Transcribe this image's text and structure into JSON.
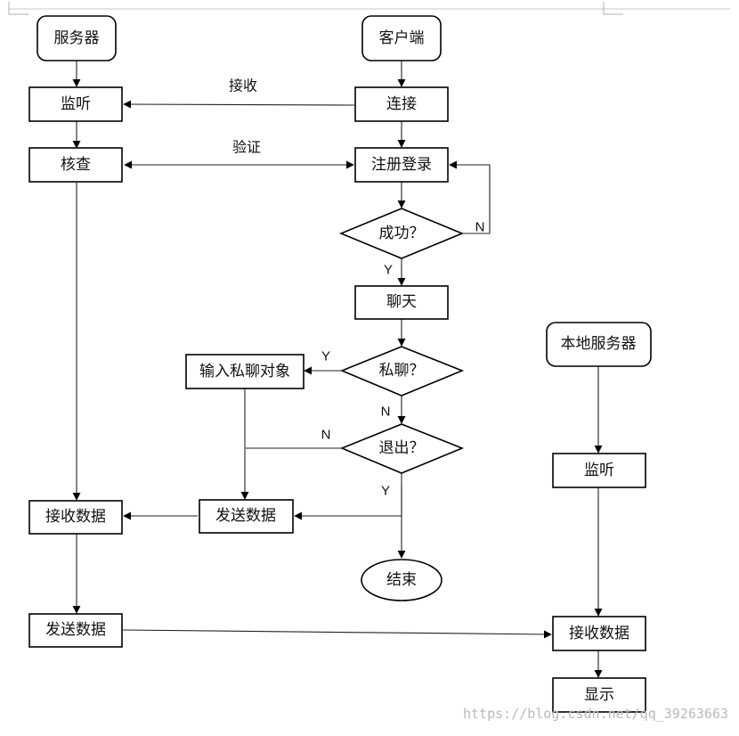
{
  "nodes": {
    "server": "服务器",
    "client": "客户端",
    "listen": "监听",
    "connect": "连接",
    "check": "核查",
    "register_login": "注册登录",
    "success_q": "成功？",
    "chat": "聊天",
    "private_q": "私聊？",
    "input_target": "输入私聊对象",
    "exit_q": "退出？",
    "send_data_client": "发送数据",
    "receive_data_server": "接收数据",
    "end": "结束",
    "send_data_server": "发送数据",
    "local_server": "本地服务器",
    "local_listen": "监听",
    "local_receive": "接收数据",
    "display": "显示"
  },
  "edge_labels": {
    "receive": "接收",
    "verify": "验证",
    "n_success": "N",
    "y_success": "Y",
    "y_private": "Y",
    "n_private": "N",
    "n_exit": "N",
    "y_exit": "Y"
  },
  "watermark": "https://blog.csdn.net/qq_39263663"
}
